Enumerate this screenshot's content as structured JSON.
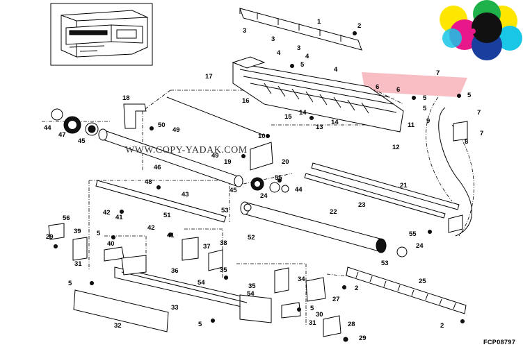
{
  "watermark": "WWW.COPY-YADAK.COM",
  "figure_code": "FCP08797",
  "callouts": [
    {
      "id": "c1",
      "label": "1"
    },
    {
      "id": "c2a",
      "label": "2"
    },
    {
      "id": "c3a",
      "label": "3"
    },
    {
      "id": "c3b",
      "label": "3"
    },
    {
      "id": "c3c",
      "label": "3"
    },
    {
      "id": "c4a",
      "label": "4"
    },
    {
      "id": "c4b",
      "label": "4"
    },
    {
      "id": "c4c",
      "label": "4"
    },
    {
      "id": "c5a",
      "label": "5"
    },
    {
      "id": "c6a",
      "label": "6"
    },
    {
      "id": "c6b",
      "label": "6"
    },
    {
      "id": "c7a",
      "label": "7"
    },
    {
      "id": "c5b",
      "label": "5"
    },
    {
      "id": "c5c",
      "label": "5"
    },
    {
      "id": "c5d",
      "label": "5"
    },
    {
      "id": "c7b",
      "label": "7"
    },
    {
      "id": "c7c",
      "label": "7"
    },
    {
      "id": "c8",
      "label": "8"
    },
    {
      "id": "c9",
      "label": "9"
    },
    {
      "id": "c11",
      "label": "11"
    },
    {
      "id": "c12",
      "label": "12"
    },
    {
      "id": "c13",
      "label": "13"
    },
    {
      "id": "c14a",
      "label": "14"
    },
    {
      "id": "c14b",
      "label": "14"
    },
    {
      "id": "c15",
      "label": "15"
    },
    {
      "id": "c10",
      "label": "10"
    },
    {
      "id": "c16",
      "label": "16"
    },
    {
      "id": "c17",
      "label": "17"
    },
    {
      "id": "c18",
      "label": "18"
    },
    {
      "id": "c44a",
      "label": "44"
    },
    {
      "id": "c47",
      "label": "47"
    },
    {
      "id": "c45a",
      "label": "45"
    },
    {
      "id": "c50",
      "label": "50"
    },
    {
      "id": "c49a",
      "label": "49"
    },
    {
      "id": "c49b",
      "label": "49"
    },
    {
      "id": "c19",
      "label": "19"
    },
    {
      "id": "c20",
      "label": "20"
    },
    {
      "id": "c46",
      "label": "46"
    },
    {
      "id": "c45b",
      "label": "45"
    },
    {
      "id": "c55a",
      "label": "55"
    },
    {
      "id": "c44b",
      "label": "44"
    },
    {
      "id": "c21",
      "label": "21"
    },
    {
      "id": "c23",
      "label": "23"
    },
    {
      "id": "c48",
      "label": "48"
    },
    {
      "id": "c43",
      "label": "43"
    },
    {
      "id": "c24a",
      "label": "24"
    },
    {
      "id": "c53a",
      "label": "53"
    },
    {
      "id": "c22",
      "label": "22"
    },
    {
      "id": "c42a",
      "label": "42"
    },
    {
      "id": "c41a",
      "label": "41"
    },
    {
      "id": "c51",
      "label": "51"
    },
    {
      "id": "c42b",
      "label": "42"
    },
    {
      "id": "c41b",
      "label": "41"
    },
    {
      "id": "c56",
      "label": "56"
    },
    {
      "id": "c39",
      "label": "39"
    },
    {
      "id": "c29a",
      "label": "29"
    },
    {
      "id": "c5e",
      "label": "5"
    },
    {
      "id": "c40",
      "label": "40"
    },
    {
      "id": "c52",
      "label": "52"
    },
    {
      "id": "c55b",
      "label": "55"
    },
    {
      "id": "c38",
      "label": "38"
    },
    {
      "id": "c37",
      "label": "37"
    },
    {
      "id": "c31a",
      "label": "31"
    },
    {
      "id": "c24b",
      "label": "24"
    },
    {
      "id": "c53b",
      "label": "53"
    },
    {
      "id": "c36",
      "label": "36"
    },
    {
      "id": "c35a",
      "label": "35"
    },
    {
      "id": "c54a",
      "label": "54"
    },
    {
      "id": "c5f",
      "label": "5"
    },
    {
      "id": "c33",
      "label": "33"
    },
    {
      "id": "c34",
      "label": "34"
    },
    {
      "id": "c35b",
      "label": "35"
    },
    {
      "id": "c54b",
      "label": "54"
    },
    {
      "id": "c25",
      "label": "25"
    },
    {
      "id": "c2b",
      "label": "2"
    },
    {
      "id": "c27",
      "label": "27"
    },
    {
      "id": "c5g",
      "label": "5"
    },
    {
      "id": "c30",
      "label": "30"
    },
    {
      "id": "c32",
      "label": "32"
    },
    {
      "id": "c5h",
      "label": "5"
    },
    {
      "id": "c31b",
      "label": "31"
    },
    {
      "id": "c28",
      "label": "28"
    },
    {
      "id": "c29b",
      "label": "29"
    },
    {
      "id": "c2c",
      "label": "2"
    }
  ],
  "colors": {
    "cmyk_cyan": "#19c6e6",
    "cmyk_magenta": "#e8178a",
    "cmyk_yellow": "#ffe600",
    "cmyk_green": "#20b24a",
    "cmyk_blue": "#1a3e9e",
    "cmyk_key": "#111111",
    "highlight": "#f6a8b0"
  }
}
